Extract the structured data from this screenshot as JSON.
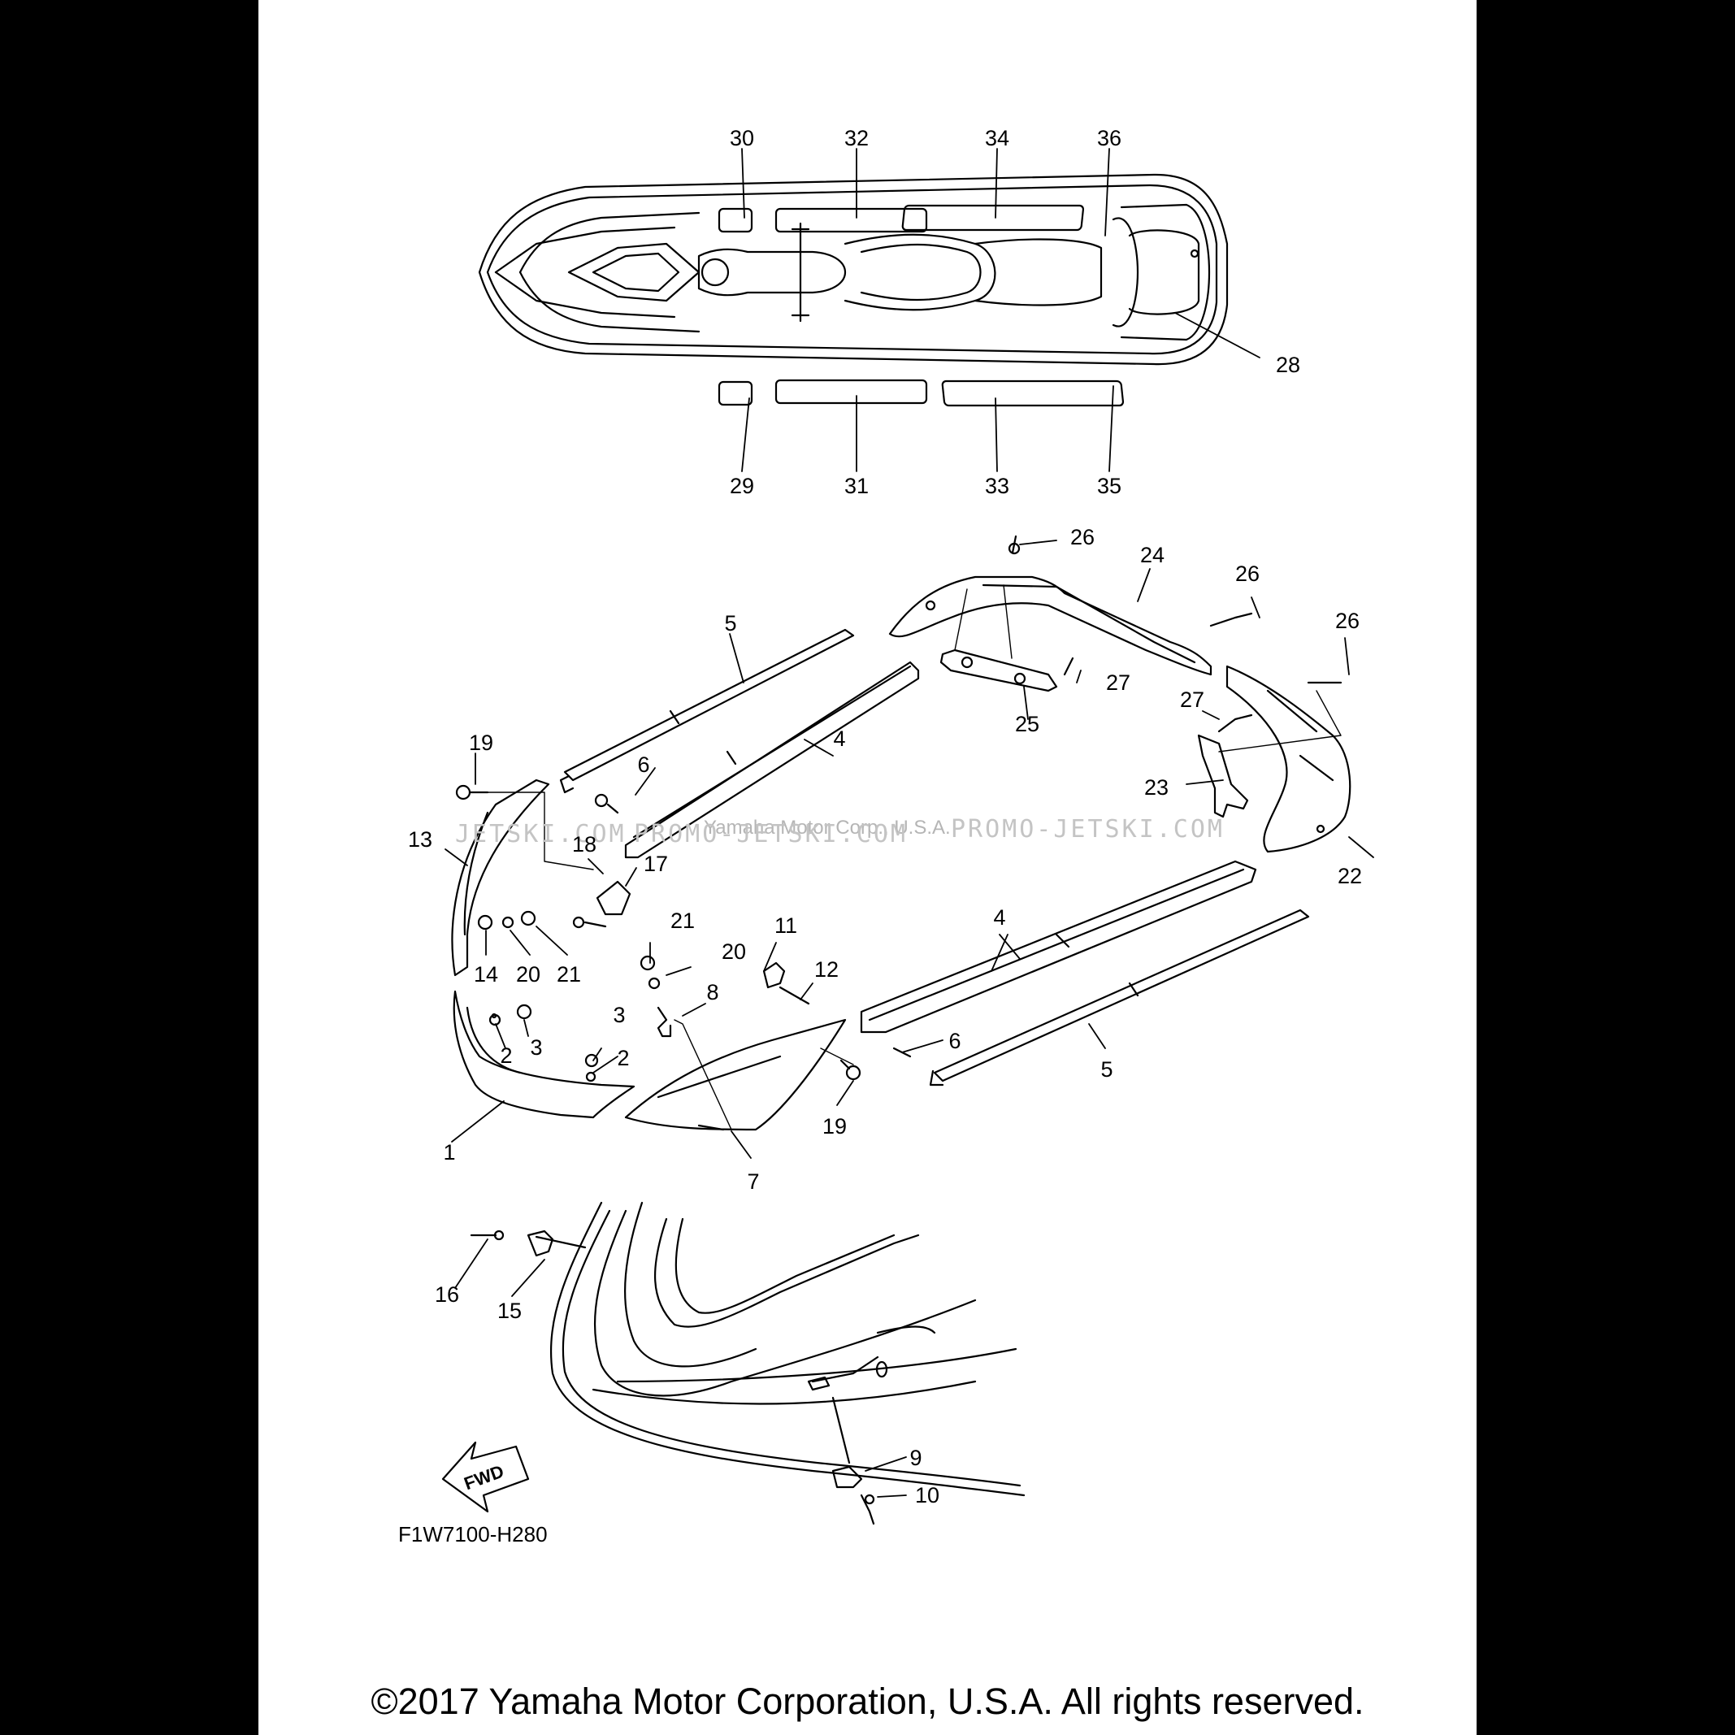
{
  "callouts": {
    "c1": "1",
    "c2a": "2",
    "c2b": "2",
    "c3a": "3",
    "c3b": "3",
    "c4a": "4",
    "c4b": "4",
    "c5a": "5",
    "c5b": "5",
    "c6a": "6",
    "c6b": "6",
    "c7": "7",
    "c8": "8",
    "c9": "9",
    "c10": "10",
    "c11": "11",
    "c12": "12",
    "c13": "13",
    "c14": "14",
    "c15": "15",
    "c16": "16",
    "c17": "17",
    "c18": "18",
    "c19a": "19",
    "c19b": "19",
    "c20a": "20",
    "c20b": "20",
    "c21a": "21",
    "c21b": "21",
    "c22": "22",
    "c23": "23",
    "c24": "24",
    "c25": "25",
    "c26a": "26",
    "c26b": "26",
    "c26c": "26",
    "c27a": "27",
    "c27b": "27",
    "c28": "28",
    "c29": "29",
    "c30": "30",
    "c31": "31",
    "c32": "32",
    "c33": "33",
    "c34": "34",
    "c35": "35",
    "c36": "36"
  },
  "fwd_label": "FWD",
  "diagram_code": "F1W7100-H280",
  "watermark_left": "JETSKI.COM",
  "watermark_center": "PROMO-JETSKI.COM",
  "watermark_yamaha": "Yamaha Motor Corp., U.S.A.",
  "watermark_right": "PROMO-JETSKI.COM",
  "copyright": "©2017 Yamaha Motor Corporation, U.S.A. All rights reserved."
}
